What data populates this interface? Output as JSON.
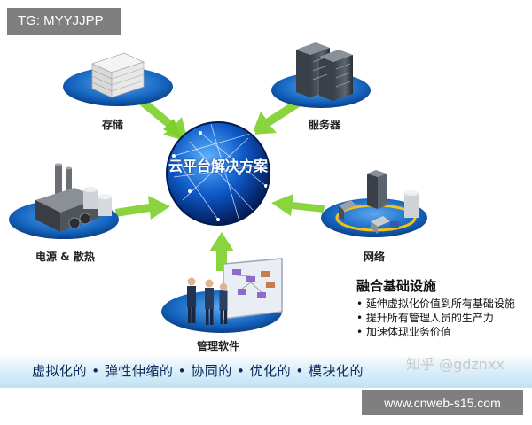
{
  "tag": "TG: MYYJJPP",
  "center": {
    "label": "云平台解决方案"
  },
  "nodes": {
    "storage": "存储",
    "servers": "服务器",
    "power": "电源 & 散热",
    "network": "网络",
    "software": "管理软件"
  },
  "panel": {
    "title": "融合基础设施",
    "items": [
      "延伸虚拟化价值到所有基础设施",
      "提升所有管理人员的生产力",
      "加速体现业务价值"
    ]
  },
  "slogan": "虚拟化的 • 弹性伸缩的 • 协同的 • 优化的 • 模块化的",
  "watermark": "知乎 @gdznxx",
  "url": "www.cnweb-s15.com",
  "colors": {
    "globe": "#0b4fb0",
    "arrow": "#7ccf2a",
    "platform": "#1565c0",
    "ring": "#f2c21b"
  }
}
